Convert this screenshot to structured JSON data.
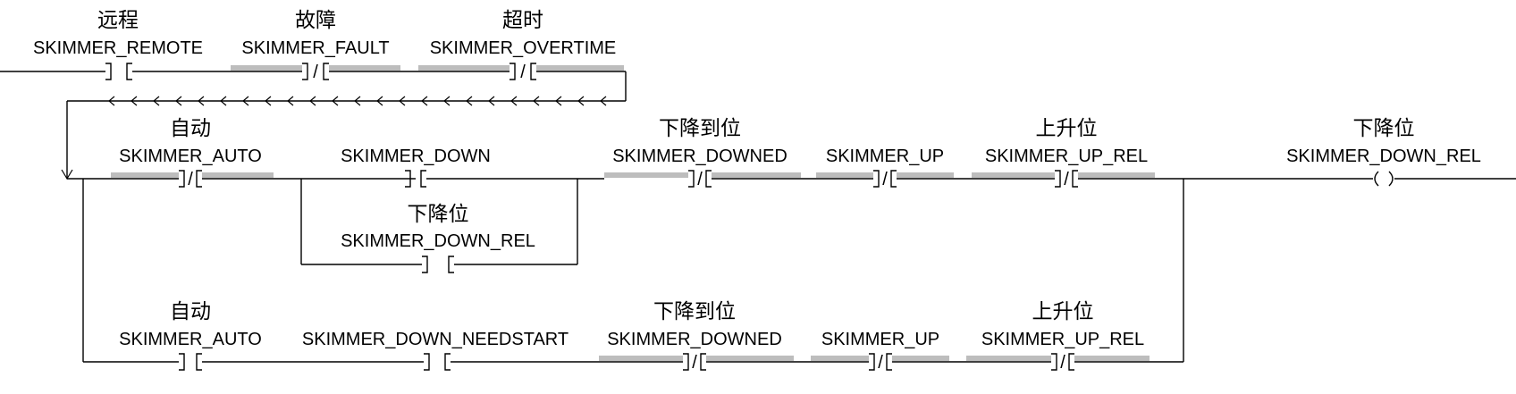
{
  "rung1": {
    "contacts": [
      {
        "desc": "远程",
        "tag": "SKIMMER_REMOTE",
        "type": "XIC"
      },
      {
        "desc": "故障",
        "tag": "SKIMMER_FAULT",
        "type": "XIO"
      },
      {
        "desc": "超时",
        "tag": "SKIMMER_OVERTIME",
        "type": "XIO"
      }
    ]
  },
  "rung2": {
    "auto": {
      "desc": "自动",
      "tag": "SKIMMER_AUTO",
      "type": "XIO"
    },
    "down": {
      "tag": "SKIMMER_DOWN",
      "type": "XIC"
    },
    "down_rel": {
      "desc": "下降位",
      "tag": "SKIMMER_DOWN_REL",
      "type": "XIC"
    },
    "downed": {
      "desc": "下降到位",
      "tag": "SKIMMER_DOWNED",
      "type": "XIO"
    },
    "up": {
      "tag": "SKIMMER_UP",
      "type": "XIO"
    },
    "up_rel": {
      "desc": "上升位",
      "tag": "SKIMMER_UP_REL",
      "type": "XIO"
    },
    "coil": {
      "desc": "下降位",
      "tag": "SKIMMER_DOWN_REL",
      "type": "OTE"
    }
  },
  "rung3": {
    "auto": {
      "desc": "自动",
      "tag": "SKIMMER_AUTO",
      "type": "XIC"
    },
    "needstart": {
      "tag": "SKIMMER_DOWN_NEEDSTART",
      "type": "XIC"
    },
    "downed": {
      "desc": "下降到位",
      "tag": "SKIMMER_DOWNED",
      "type": "XIO"
    },
    "up": {
      "tag": "SKIMMER_UP",
      "type": "XIO"
    },
    "up_rel": {
      "desc": "上升位",
      "tag": "SKIMMER_UP_REL",
      "type": "XIO"
    }
  },
  "symbols": {
    "xio_slash": "/"
  },
  "colors": {
    "wire": "#000000",
    "highlight": "#bdbdbd",
    "background": "#ffffff"
  }
}
